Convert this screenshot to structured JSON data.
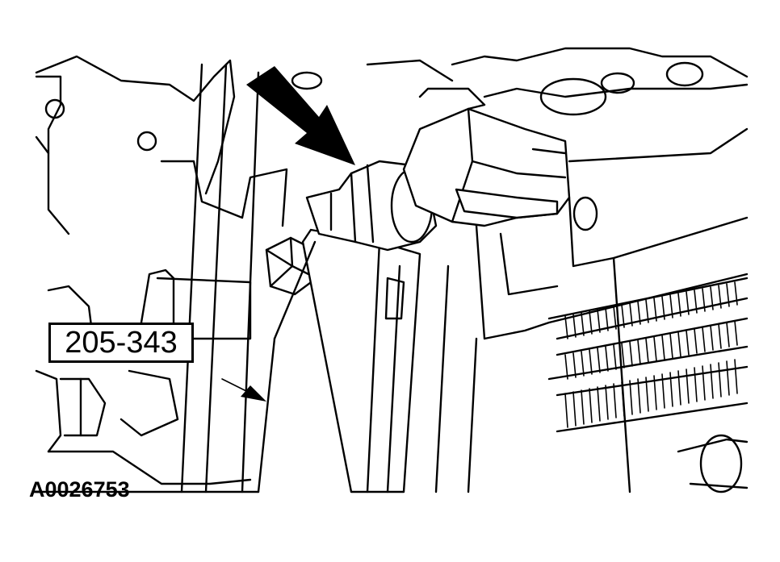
{
  "illustration": {
    "tool_number": "205-343",
    "figure_id": "A0026753"
  },
  "colors": {
    "line": "#000000",
    "background": "#ffffff"
  },
  "icons": [
    "pointer-arrow-large",
    "pointer-arrow-small"
  ]
}
